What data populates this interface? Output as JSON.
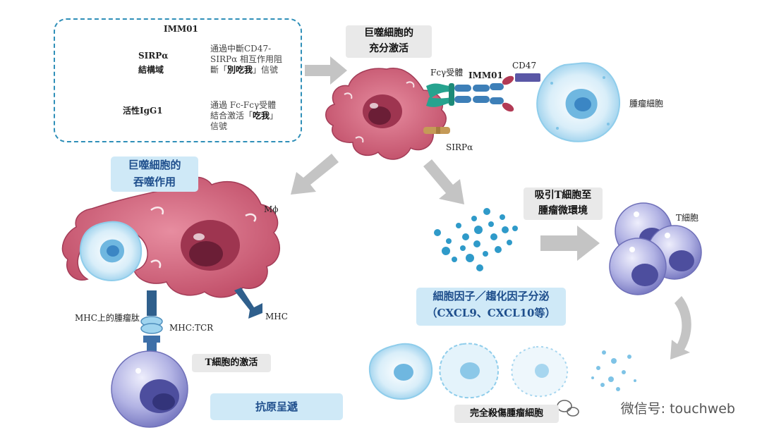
{
  "panel": {
    "title": "IMM01",
    "sirpa_label": "SIRPα",
    "sirpa_label2": "結構域",
    "igg_label": "活性IgG1",
    "desc1_a": "通過中斷CD47-",
    "desc1_b": "SIRPα 相互作用阻",
    "desc1_c_pre": "斷「",
    "desc1_c_bold": "別吃我",
    "desc1_c_post": "」信號",
    "desc2_a": "通過 Fc-Fcγ受體",
    "desc2_b_pre": "結合激活「",
    "desc2_b_bold": "吃我",
    "desc2_b_post": "」",
    "desc2_c": "信號"
  },
  "labels": {
    "macro_activation_1": "巨噬細胞的",
    "macro_activation_2": "充分激活",
    "fcy_receptor": "Fcγ受體",
    "imm01": "IMM01",
    "cd47": "CD47",
    "tumor_cell": "腫瘤細胞",
    "sirpa": "SIRPα",
    "phago_1": "巨噬細胞的",
    "phago_2": "吞噬作用",
    "mphi": "Mϕ",
    "mhc_peptide": "MHC上的腫瘤肽",
    "mhc_tcr": "MHC:TCR",
    "mhc": "MHC",
    "t_activation": "T細胞的激活",
    "antigen_presentation": "抗原呈遞",
    "recruit_1": "吸引T細胞至",
    "recruit_2": "腫瘤微環境",
    "t_cell": "T細胞",
    "cytokine_1": "細胞因子／趨化因子分泌",
    "cytokine_2": "（CXCL9、CXCL10等）",
    "kill": "完全殺傷腫瘤細胞",
    "watermark": "微信号: touchweb"
  },
  "colors": {
    "macrophage": "#c9566e",
    "macrophage_dark": "#9e3550",
    "antibody_blue": "#3d7fb8",
    "antibody_red": "#b23a55",
    "tumor_blue": "#7ec3e6",
    "tcell_purple": "#8e8fd0",
    "arrow_gray": "#c4c4c4",
    "panel_border": "#2f8fb8",
    "blue_box_text": "#1e4e8c"
  }
}
